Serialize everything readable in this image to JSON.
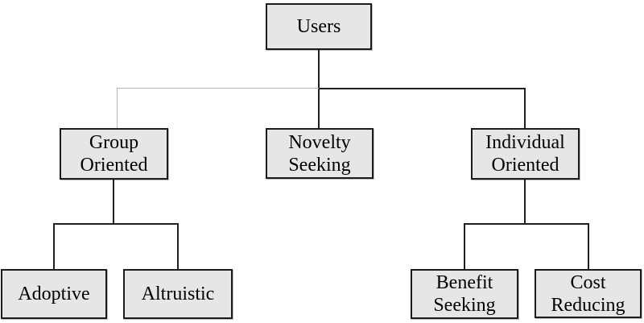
{
  "diagram": {
    "type": "tree-hierarchy",
    "nodes": {
      "users": {
        "label": "Users"
      },
      "group_oriented": {
        "label": "Group Oriented"
      },
      "novelty_seeking": {
        "label": "Novelty Seeking"
      },
      "individual_oriented": {
        "label": "Individual Oriented"
      },
      "adoptive": {
        "label": "Adoptive"
      },
      "altruistic": {
        "label": "Altruistic"
      },
      "benefit_seeking": {
        "label": "Benefit Seeking"
      },
      "cost_reducing": {
        "label": "Cost Reducing"
      }
    },
    "edges": [
      {
        "from": "Users",
        "to": "Group Oriented"
      },
      {
        "from": "Users",
        "to": "Novelty Seeking"
      },
      {
        "from": "Users",
        "to": "Individual Oriented"
      },
      {
        "from": "Group Oriented",
        "to": "Adoptive"
      },
      {
        "from": "Group Oriented",
        "to": "Altruistic"
      },
      {
        "from": "Individual Oriented",
        "to": "Benefit Seeking"
      },
      {
        "from": "Individual Oriented",
        "to": "Cost Reducing"
      }
    ]
  },
  "colors": {
    "background": "#ffffff",
    "box_fill": "#e6e6e6",
    "box_border": "#1c1c1c",
    "connector": "#1f1f1f",
    "connector_light": "#b5b5b5",
    "text": "#000000"
  }
}
